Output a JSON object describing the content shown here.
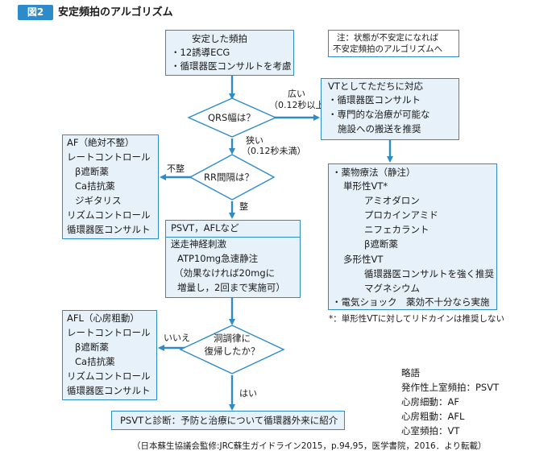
{
  "header": {
    "badge": "図2",
    "title": "安定頻拍のアルゴリズム"
  },
  "start_box": {
    "lines": [
      "安定した頻拍",
      "・12誘導ECG",
      "・循環器医コンサルトを考慮"
    ]
  },
  "note": {
    "lines": [
      "注：状態が不安定になれば",
      "不安定頻拍のアルゴリズムへ"
    ]
  },
  "qrs": {
    "question": "QRS幅は？",
    "wide_label": "広い",
    "wide_sub": "（0.12秒以上）",
    "narrow_label": "狭い",
    "narrow_sub": "（0.12秒未満）"
  },
  "vt_box": {
    "lines": [
      "VTとしてただちに対応",
      "・循環器医コンサルト",
      "・専門的な治療が可能な",
      "施設への搬送を推奨"
    ]
  },
  "drug_box": {
    "lines": [
      "・薬物療法（静注）",
      "単形性VT*",
      "アミオダロン",
      "プロカインアミド",
      "ニフェカラント",
      "β遮断薬",
      "多形性VT",
      "循環器医コンサルトを強く推奨",
      "マグネシウム",
      "・電気ショック　薬効不十分なら実施"
    ]
  },
  "footnote": "*：単形性VTに対してリドカインは推奨しない",
  "rr": {
    "question": "RR間隔は？",
    "irregular": "不整",
    "regular": "整"
  },
  "af_box": {
    "lines": [
      "AF（絶対不整）",
      "レートコントロール",
      "β遮断薬",
      "Ca拮抗薬",
      "ジギタリス",
      "リズムコントロール",
      "循環器医コンサルト"
    ]
  },
  "psvt_box": {
    "header": "PSVT，AFLなど",
    "lines": [
      "迷走神経刺激",
      "ATP10mg急速静注",
      "（効果なければ20mgに",
      "増量し，2回まで実施可）"
    ]
  },
  "sinus": {
    "question_line1": "洞調律に",
    "question_line2": "復帰したか？",
    "no": "いいえ",
    "yes": "はい"
  },
  "afl_box": {
    "lines": [
      "AFL（心房粗動）",
      "レートコントロール",
      "β遮断薬",
      "Ca拮抗薬",
      "リズムコントロール",
      "循環器医コンサルト"
    ]
  },
  "final_box": {
    "text": "PSVTと診断：予防と治療について循環器外来に紹介"
  },
  "abbrev": {
    "title": "略語",
    "items": [
      "発作性上室頻拍：PSVT",
      "心房細動：AF",
      "心房粗動：AFL",
      "心室頻拍：VT"
    ]
  },
  "source": "（日本蘇生協議会監修:JRC蘇生ガイドライン2015，p.94,95，医学書院，2016．より転載）",
  "colors": {
    "accent": "#2d8bc9",
    "box_fill": "#e6f1f9"
  }
}
